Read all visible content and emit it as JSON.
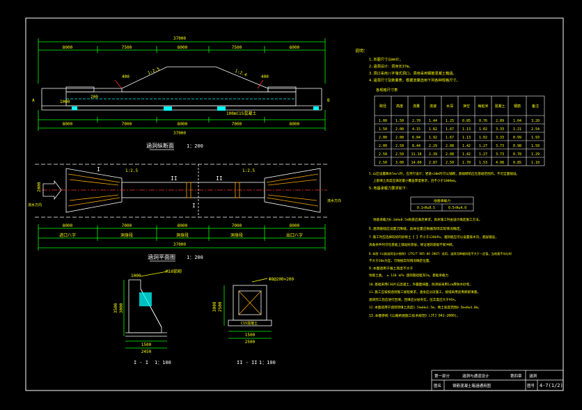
{
  "drawing": {
    "colors": {
      "bg": "#000000",
      "frame": "#ffffff",
      "line": "#ffffff",
      "dim": "#00ff00",
      "text": "#ffff00",
      "accent": "#ff3333",
      "cyan": "#00ffff",
      "orange": "#ffa500"
    },
    "elevation": {
      "dim_total_top": "37000",
      "dims_top": [
        "8000",
        "7500",
        "8000",
        "7500",
        "8000"
      ],
      "dims_bottom": [
        "8000",
        "7000",
        "8000",
        "7000",
        "8000"
      ],
      "dim_total_bottom": "37000",
      "slope_left": "1:2.5",
      "slope_right": "1:2.4",
      "dim_400_left": "400",
      "dim_400_right": "400",
      "dim_200": "200",
      "dim_1000": "1000",
      "note_pipe": "100mC15混凝土",
      "side_label_left": "A",
      "side_label_right": "B",
      "title": "涵洞纵断面",
      "scale": "1：200"
    },
    "plan": {
      "dims": [
        "8000",
        "7000",
        "8000",
        "7000",
        "8000"
      ],
      "dim_total": "37000",
      "labels": [
        "进口八字",
        "洞身段",
        "洞身段",
        "洞身段",
        "出口八字"
      ],
      "slope_left": "1:2.5",
      "slope_right": "1:2.5",
      "section_mark": "I",
      "section_mark2": "II",
      "width_dim": "2000",
      "flow_left": "流水方向",
      "flow_right": "流水方向",
      "title": "涵洞平面图",
      "scale": "1：200"
    },
    "section1": {
      "dims_top": [
        "1000"
      ],
      "dims_bottom": [
        "1500",
        "2450"
      ],
      "dims_left": [
        "3000",
        "3500"
      ],
      "label": "M10浆砌",
      "title": "I - I",
      "scale": "1：100"
    },
    "section2": {
      "dims_top": [
        "Φ8@200×200"
      ],
      "dims_bottom": [
        "1500",
        "2500"
      ],
      "dims_left": [
        "2500",
        "3000"
      ],
      "label": "C15混凝土",
      "title": "II - II",
      "scale": "1：100"
    },
    "notes": {
      "header": "说明：",
      "items": [
        "1.本图尺寸以mm计。",
        "2.涵洞设计：洞身长37m。",
        "3.洞口采用八字墙式洞口，洞身采用钢筋混凝土箱涵。",
        "4.涵洞尺寸及数量表，根据流量选用下列各种规格尺寸。"
      ],
      "table_title": "各规格尺寸表",
      "table_headers": [
        "跨径",
        "高度",
        "流量",
        "流速",
        "水深",
        "净空",
        "每延米",
        "混凝土",
        "钢筋",
        "备注"
      ],
      "table_rows": [
        [
          "1.00",
          "1.50",
          "2.70",
          "1.44",
          "1.25",
          "0.85",
          "0.76",
          "2.89",
          "1.04",
          "3.20"
        ],
        [
          "1.50",
          "2.00",
          "4.15",
          "1.82",
          "1.67",
          "1.13",
          "1.02",
          "3.33",
          "1.21",
          "2.54"
        ],
        [
          "2.00",
          "2.00",
          "6.04",
          "1.92",
          "1.67",
          "1.13",
          "1.02",
          "3.33",
          "0.99",
          "1.93"
        ],
        [
          "2.00",
          "2.50",
          "8.44",
          "2.29",
          "2.08",
          "1.42",
          "1.27",
          "3.73",
          "0.98",
          "1.50"
        ],
        [
          "2.50",
          "2.50",
          "11.10",
          "2.39",
          "2.08",
          "1.42",
          "1.27",
          "3.73",
          "0.78",
          "1.29"
        ],
        [
          "2.50",
          "3.00",
          "14.60",
          "2.87",
          "2.50",
          "1.70",
          "1.53",
          "4.08",
          "0.85",
          "1.10"
        ]
      ],
      "after_table": [
        "5.山区设置跌水5m/s时，应另行设计；岩基<30m时可以铺砌，基础砌筑应在基础范围内，不可全面铺设。",
        "上部填土高度应满足最小覆盖厚度要求，且不小于1000mm。",
        "5.地基承载力要求如下："
      ],
      "soil_header": "地基承载力",
      "soil_values": [
        "0.1<H≤0.5",
        "0.5<H≤4.0"
      ],
      "items2": [
        "地基承载力0.1mH≤0.5m地基应满足要求，具体施工时由设计确定施工方法。",
        "6.涵洞基础应设置沉降缝，具体位置应根据现场实际情况确定。",
        "7.施工时应选择较好的砂砾土【 】不小于120kPa，涵洞底应可以设置排水沟，底层铺设，",
        "   具备条件时可在基础上铺设防渗层，保证涵洞基础不受冲刷。",
        "8.本图《公路涵洞设计细则》（JTG/T D65-04-2007）选用，涵洞沉降缝间距不大于一定值，当地基不均匀时",
        "   不大于20m为宜，可根据实际情况确定位置。",
        "9.本图适用于填土高度不大于",
        "   地基土类。       ≥ 120 kPa    涵洞基础埋深2m，基础承载力",
        "10.基础采用C30片石混凝土，外露面抹面，防渗层采用1cm厚防水砂浆。",
        "11.施工应按照涵洞施工规程要求，涵身应分段施工，接缝采用沥青麻絮填塞。",
        "   涵洞完工后应进行回填，回填应分层夯实，压实度应大于95%。",
        "12.本图适用于涵洞顶填土高度1.5m≤H≤1.5m，填土高度范围0.5m≤H≤4.0m。",
        "13.本图参照《公路桥涵施工技术规范》(JTJ 041-2000)。"
      ]
    },
    "titleblock": {
      "cells": [
        "第一部分",
        "涵洞与通道设计",
        "第四章",
        "涵洞"
      ],
      "name_label": "图名",
      "name": "钢筋混凝土箱涵通用图",
      "no_label": "图号",
      "no": "4-7(1/2)"
    }
  }
}
